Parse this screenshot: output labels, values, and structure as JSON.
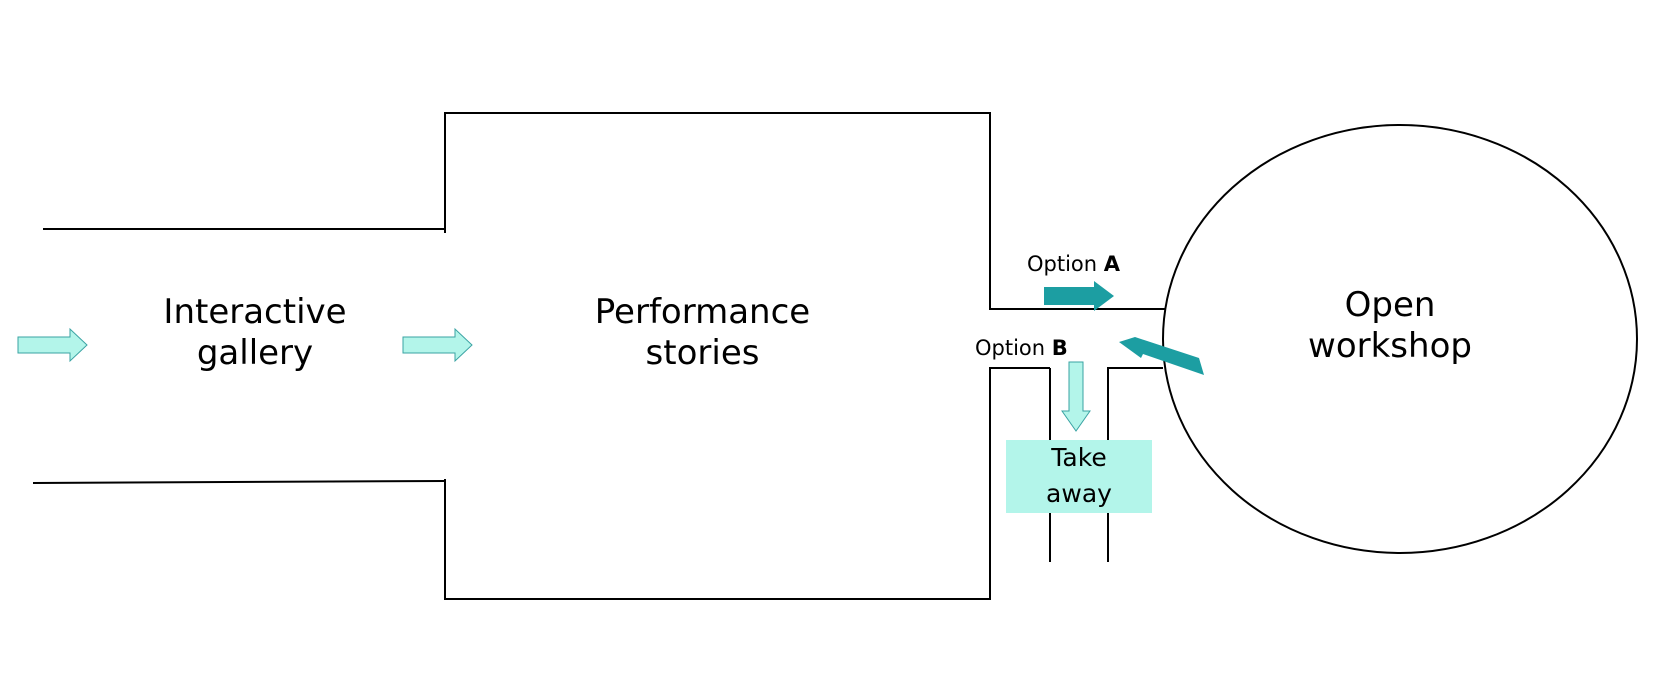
{
  "spaces": {
    "gallery": {
      "line1": "Interactive",
      "line2": "gallery"
    },
    "performance": {
      "line1": "Performance",
      "line2": "stories"
    },
    "workshop": {
      "line1": "Open",
      "line2": "workshop"
    },
    "takeaway": {
      "line1": "Take",
      "line2": "away"
    }
  },
  "options": {
    "a": {
      "prefix": "Option ",
      "letter": "A"
    },
    "b": {
      "prefix": "Option ",
      "letter": "B"
    }
  },
  "colors": {
    "light_arrow": "#b3f5ea",
    "dark_arrow": "#1c9ea2",
    "takeaway_fill": "#b3f5ea",
    "line": "#000000"
  },
  "icons": [
    "flow-arrow-right-icon",
    "flow-arrow-down-icon",
    "option-a-arrow-icon",
    "option-b-arrow-icon"
  ]
}
